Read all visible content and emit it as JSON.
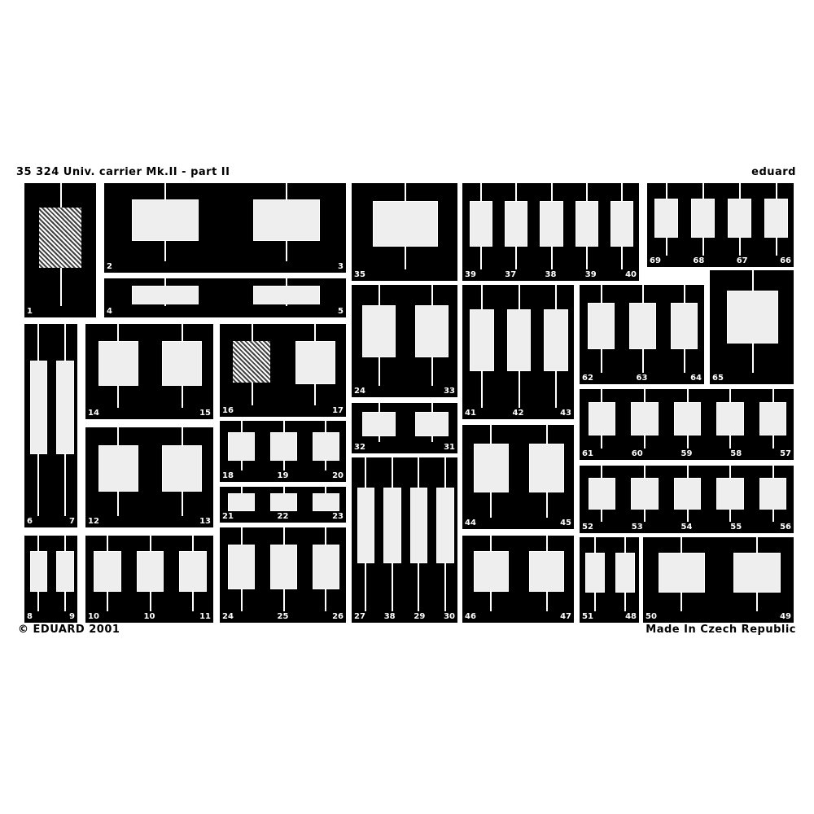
{
  "header": {
    "title": "35 324 Univ. carrier Mk.II - part II",
    "brand": "eduard"
  },
  "footer": {
    "copyright": "© EDUARD 2001",
    "origin": "Made In Czech Republic"
  },
  "panels": [
    {
      "id": "p1",
      "labels": [
        "1"
      ]
    },
    {
      "id": "p2",
      "labels": [
        "2",
        "3"
      ]
    },
    {
      "id": "p4",
      "labels": [
        "4",
        "5"
      ]
    },
    {
      "id": "p35",
      "labels": [
        "35"
      ]
    },
    {
      "id": "p36",
      "labels": [
        "39",
        "37",
        "38",
        "39",
        "40"
      ]
    },
    {
      "id": "p68",
      "labels": [
        "69",
        "68",
        "67",
        "66"
      ]
    },
    {
      "id": "p24",
      "labels": [
        "24",
        "33"
      ]
    },
    {
      "id": "p6",
      "labels": [
        "6",
        "7"
      ]
    },
    {
      "id": "p14",
      "labels": [
        "14",
        "15"
      ]
    },
    {
      "id": "p16",
      "labels": [
        "16",
        "17"
      ]
    },
    {
      "id": "p12",
      "labels": [
        "12",
        "13"
      ]
    },
    {
      "id": "p18",
      "labels": [
        "18",
        "19",
        "20"
      ]
    },
    {
      "id": "p21",
      "labels": [
        "21",
        "22",
        "23"
      ]
    },
    {
      "id": "p25",
      "labels": [
        "24",
        "25",
        "26"
      ]
    },
    {
      "id": "p8",
      "labels": [
        "8",
        "9"
      ]
    },
    {
      "id": "p10",
      "labels": [
        "10",
        "10",
        "11"
      ]
    },
    {
      "id": "p32",
      "labels": [
        "32",
        "31"
      ]
    },
    {
      "id": "p27",
      "labels": [
        "27",
        "38",
        "29",
        "30"
      ]
    },
    {
      "id": "p41",
      "labels": [
        "41",
        "42",
        "43"
      ]
    },
    {
      "id": "p44",
      "labels": [
        "44",
        "45"
      ]
    },
    {
      "id": "p46",
      "labels": [
        "46",
        "47"
      ]
    },
    {
      "id": "p62",
      "labels": [
        "62",
        "63",
        "64"
      ]
    },
    {
      "id": "p65",
      "labels": [
        "65"
      ]
    },
    {
      "id": "p61",
      "labels": [
        "61",
        "60",
        "59",
        "58",
        "57"
      ]
    },
    {
      "id": "p52",
      "labels": [
        "52",
        "53",
        "54",
        "55",
        "56"
      ]
    },
    {
      "id": "p51",
      "labels": [
        "51",
        "48"
      ]
    },
    {
      "id": "p50",
      "labels": [
        "50",
        "49"
      ]
    }
  ]
}
